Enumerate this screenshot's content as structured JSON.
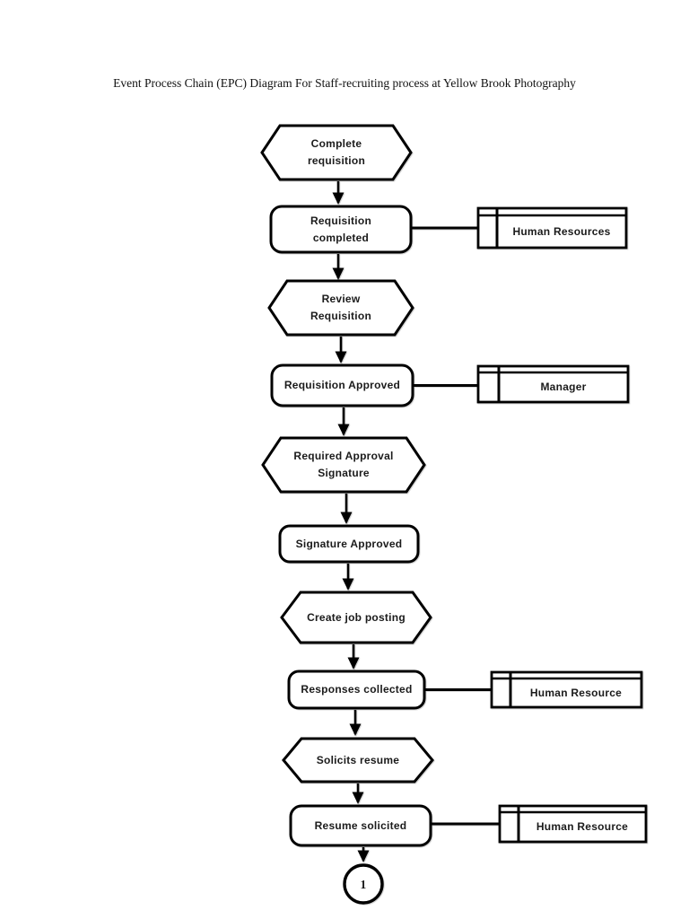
{
  "page": {
    "title": "Event Process Chain (EPC) Diagram For Staff-recruiting process at Yellow Brook Photography",
    "background_color": "#ffffff"
  },
  "diagram": {
    "type": "epc-flowchart",
    "colors": {
      "stroke": "#000000",
      "shape_fill": "#ffffff",
      "label_text": "#1b1b1b"
    },
    "nodes": [
      {
        "id": "complete-requisition",
        "shape": "hexagon-event",
        "label": "Complete requisition"
      },
      {
        "id": "requisition-completed",
        "shape": "rounded-rect-function",
        "label": "Requisition completed"
      },
      {
        "id": "human-resources",
        "shape": "org-unit",
        "label": "Human Resources"
      },
      {
        "id": "review-requisition",
        "shape": "hexagon-event",
        "label": "Review Requisition"
      },
      {
        "id": "requisition-approved",
        "shape": "rounded-rect-function",
        "label": "Requisition Approved"
      },
      {
        "id": "manager",
        "shape": "org-unit",
        "label": "Manager"
      },
      {
        "id": "required-approval-signature",
        "shape": "hexagon-event",
        "label": "Required Approval Signature"
      },
      {
        "id": "signature-approved",
        "shape": "rounded-rect-function",
        "label": "Signature Approved"
      },
      {
        "id": "create-job-posting",
        "shape": "hexagon-event",
        "label": "Create job posting"
      },
      {
        "id": "responses-collected",
        "shape": "rounded-rect-function",
        "label": "Responses collected"
      },
      {
        "id": "human-resource-2",
        "shape": "org-unit",
        "label": "Human Resource"
      },
      {
        "id": "solicits-resume",
        "shape": "hexagon-event",
        "label": "Solicits resume"
      },
      {
        "id": "resume-solicited",
        "shape": "rounded-rect-function",
        "label": "Resume solicited"
      },
      {
        "id": "human-resource-3",
        "shape": "org-unit",
        "label": "Human Resource"
      },
      {
        "id": "off-page-connector",
        "shape": "circle-connector",
        "label": "1"
      }
    ],
    "edges": [
      {
        "from": "complete-requisition",
        "to": "requisition-completed",
        "style": "arrow"
      },
      {
        "from": "requisition-completed",
        "to": "human-resources",
        "style": "line"
      },
      {
        "from": "requisition-completed",
        "to": "review-requisition",
        "style": "arrow"
      },
      {
        "from": "review-requisition",
        "to": "requisition-approved",
        "style": "arrow"
      },
      {
        "from": "requisition-approved",
        "to": "manager",
        "style": "line"
      },
      {
        "from": "requisition-approved",
        "to": "required-approval-signature",
        "style": "arrow"
      },
      {
        "from": "required-approval-signature",
        "to": "signature-approved",
        "style": "arrow"
      },
      {
        "from": "signature-approved",
        "to": "create-job-posting",
        "style": "arrow"
      },
      {
        "from": "create-job-posting",
        "to": "responses-collected",
        "style": "arrow"
      },
      {
        "from": "responses-collected",
        "to": "human-resource-2",
        "style": "line"
      },
      {
        "from": "responses-collected",
        "to": "solicits-resume",
        "style": "arrow"
      },
      {
        "from": "solicits-resume",
        "to": "resume-solicited",
        "style": "arrow"
      },
      {
        "from": "resume-solicited",
        "to": "human-resource-3",
        "style": "line"
      },
      {
        "from": "resume-solicited",
        "to": "off-page-connector",
        "style": "arrow"
      }
    ]
  }
}
